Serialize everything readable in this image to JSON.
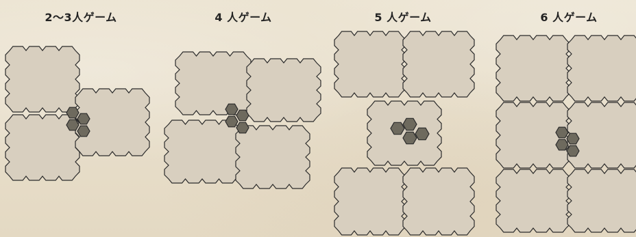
{
  "layouts": [
    {
      "label": "2〜3人ゲーム"
    },
    {
      "label": "4 人ゲーム"
    },
    {
      "label": "5 人ゲーム"
    },
    {
      "label": "6 人ゲーム"
    }
  ],
  "colors": {
    "background": "#e9e0cd",
    "tile_fill": "#d8cfbf",
    "outline": "#2b2b2b",
    "center_hex": "#5e5b50"
  }
}
